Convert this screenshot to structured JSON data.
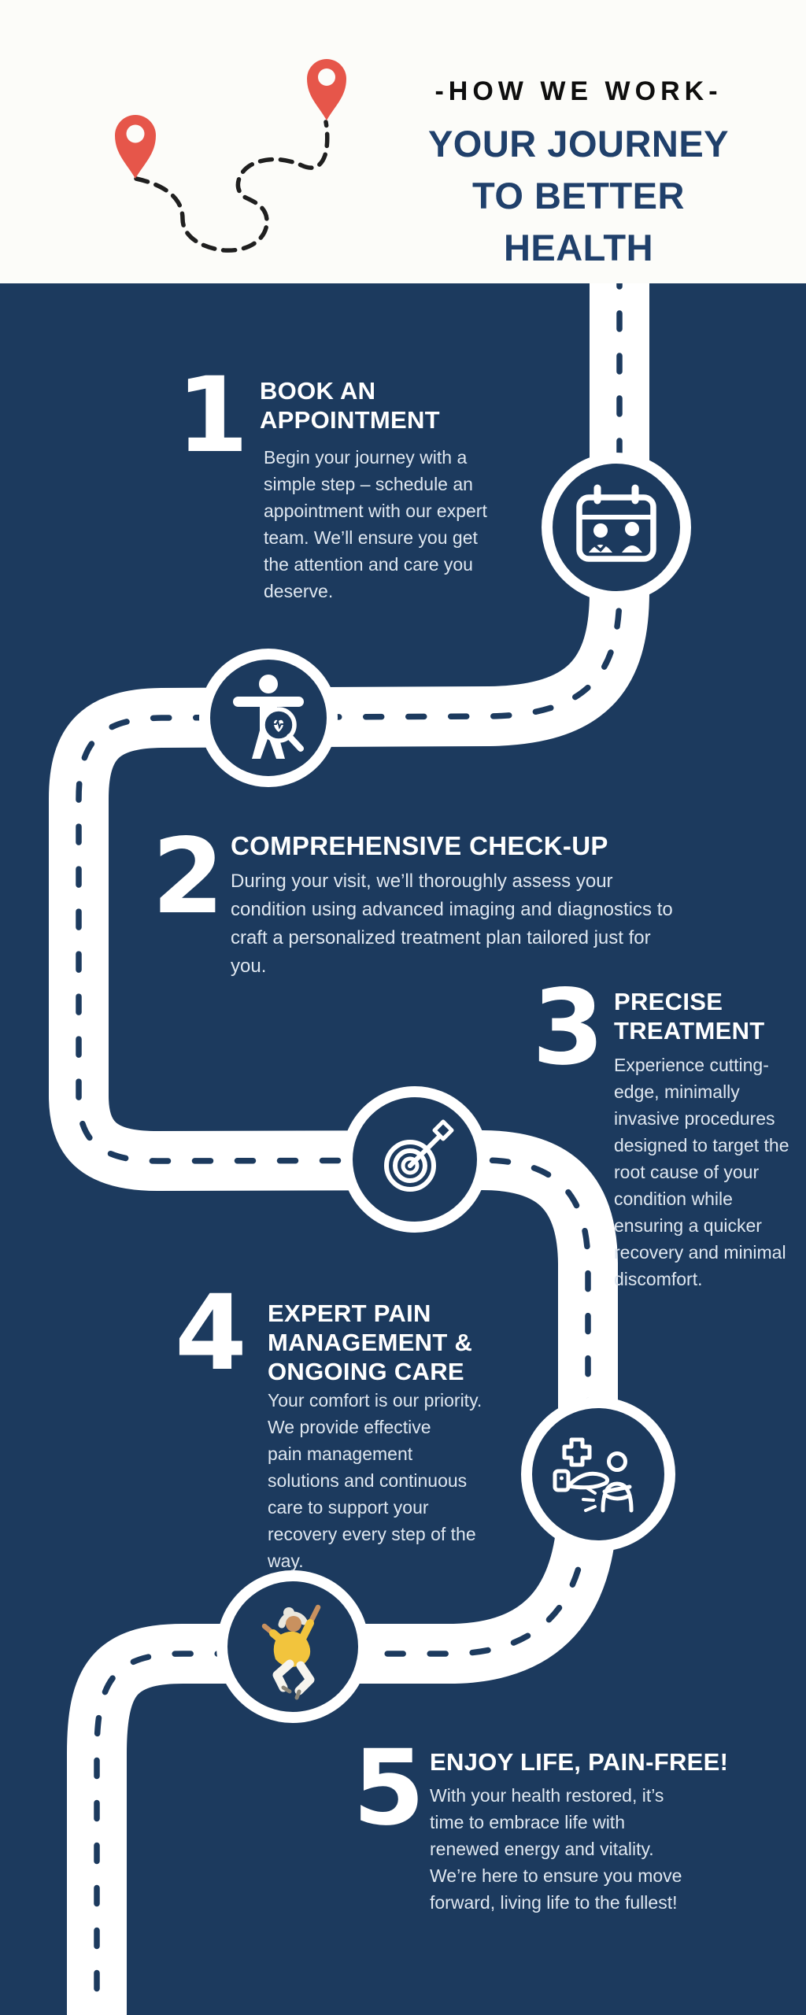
{
  "header": {
    "eyebrow": "-HOW WE WORK-",
    "title_lines": [
      "YOUR JOURNEY",
      "TO BETTER",
      "HEALTH"
    ]
  },
  "steps": [
    {
      "number": "1",
      "title": "BOOK AN\nAPPOINTMENT",
      "body": "Begin your journey with a\nsimple step – schedule an\nappointment with our expert\nteam. We’ll ensure you get\nthe attention and care you\ndeserve.",
      "icon": "calendar-appointment-icon"
    },
    {
      "number": "2",
      "title": "COMPREHENSIVE CHECK-UP",
      "body": "During your visit, we’ll thoroughly assess your\ncondition using advanced imaging and diagnostics to\ncraft a personalized treatment plan tailored just for\nyou.",
      "icon": "body-checkup-icon"
    },
    {
      "number": "3",
      "title": "PRECISE\nTREATMENT",
      "body": "Experience cutting-\nedge, minimally\ninvasive procedures\ndesigned to target the\nroot cause of your\ncondition while\nensuring a quicker\nrecovery and minimal\ndiscomfort.",
      "icon": "target-dart-icon"
    },
    {
      "number": "4",
      "title": "EXPERT PAIN\nMANAGEMENT &\nONGOING CARE",
      "body": "Your comfort is our priority.\nWe provide effective\n pain management\nsolutions and continuous\ncare to support your\nrecovery every step of the\nway.",
      "icon": "care-support-icon"
    },
    {
      "number": "5",
      "title": "ENJOY LIFE, PAIN-FREE!",
      "body": "With your health restored, it’s\ntime to embrace life with\nrenewed energy and vitality.\nWe’re here to ensure you move\nforward, living life to the fullest!",
      "icon": "jumping-person-icon"
    }
  ],
  "colors": {
    "background_navy": "#1c3a5e",
    "header_background": "#fcfcf9",
    "road_white": "#ffffff",
    "title_navy": "#20406b",
    "eyebrow_black": "#0e0e0e",
    "body_text": "#dfe7f0",
    "pin_red": "#e6564a",
    "person_yellow": "#f2c43d",
    "person_skin": "#c9915f"
  }
}
